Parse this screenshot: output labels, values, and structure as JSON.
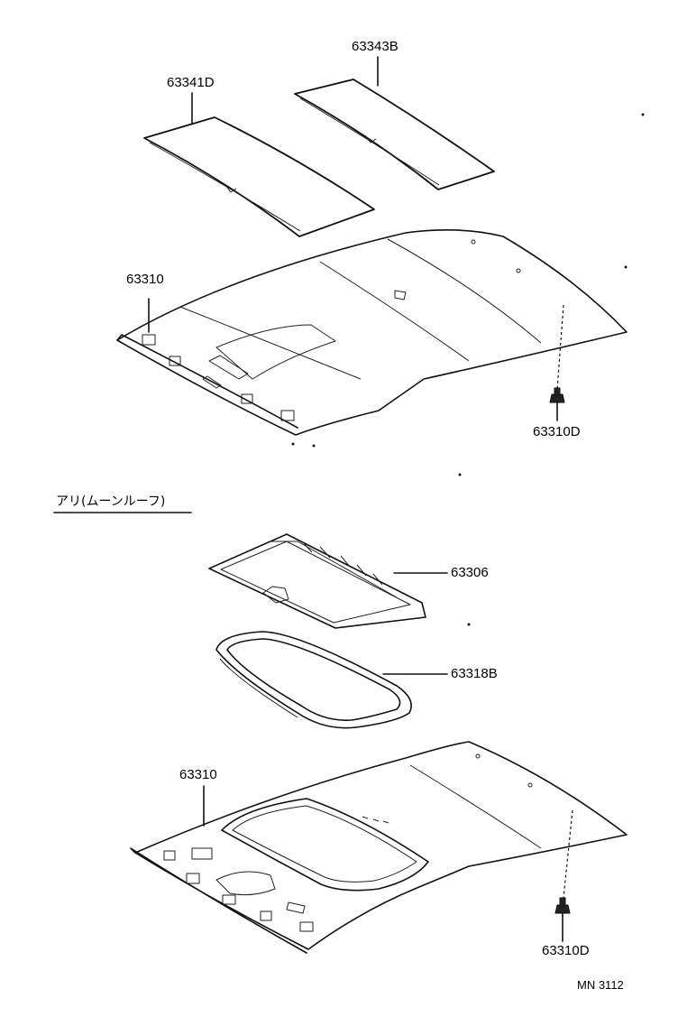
{
  "labels": {
    "pad_front": "63341D",
    "pad_rear": "63343B",
    "headliner_top": "63310",
    "clip_top": "63310D",
    "section_moonroof": "アリ(ムーンルーフ)",
    "moonroof_frame": "63306",
    "moonroof_seal": "63318B",
    "headliner_bottom": "63310",
    "clip_bottom": "63310D",
    "drawing_code": "MN 3112"
  }
}
